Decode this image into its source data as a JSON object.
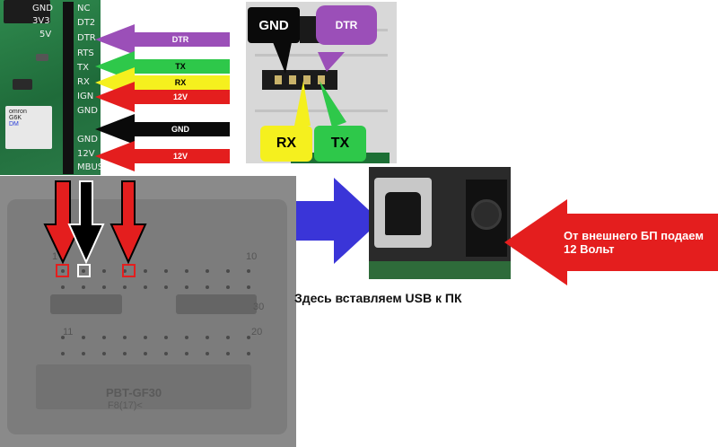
{
  "pcb": {
    "pin_labels": [
      "GND",
      "3V3",
      "5V",
      "NC",
      "DT2",
      "DTR",
      "RTS",
      "TX",
      "RX",
      "IGN",
      "GND",
      "GND",
      "12V",
      "MBUS"
    ],
    "chip_text": [
      "omron",
      "G6K",
      "DM"
    ]
  },
  "wires": [
    {
      "label": "DTR",
      "color": "#9b4fb8",
      "text_color": "#ffffff"
    },
    {
      "label": "TX",
      "color": "#2ec84a",
      "text_color": "#000000"
    },
    {
      "label": "RX",
      "color": "#f5f01e",
      "text_color": "#000000"
    },
    {
      "label": "12V",
      "color": "#e41e1e",
      "text_color": "#ffffff"
    },
    {
      "label": "GND",
      "color": "#0a0a0a",
      "text_color": "#ffffff"
    },
    {
      "label": "12V",
      "color": "#e41e1e",
      "text_color": "#ffffff"
    }
  ],
  "board": {
    "gnd_label": "GND",
    "dtr_label": "DTR",
    "rx_label": "RX",
    "tx_label": "TX",
    "colors": {
      "gnd": "#0a0a0a",
      "dtr": "#9b4fb8",
      "rx": "#f5f01e",
      "tx": "#2ec84a"
    }
  },
  "connector": {
    "numbers": [
      "1",
      "10",
      "30",
      "11",
      "20"
    ],
    "molding": [
      "PBT-GF30",
      "F8(17)<"
    ],
    "down_arrows": [
      {
        "fill": "#e41e1e",
        "stroke": "#000000"
      },
      {
        "fill": "#000000",
        "stroke": "#ffffff"
      },
      {
        "fill": "#e41e1e",
        "stroke": "#000000"
      }
    ],
    "markers": [
      "#e41e1e",
      "#ffffff",
      "#e41e1e"
    ]
  },
  "usb": {
    "caption": "Здесь вставляем USB к ПК",
    "arrow_color": "#3a35d8"
  },
  "psu": {
    "label": "От внешнего БП подаем 12 Вольт",
    "color": "#e41e1e"
  }
}
